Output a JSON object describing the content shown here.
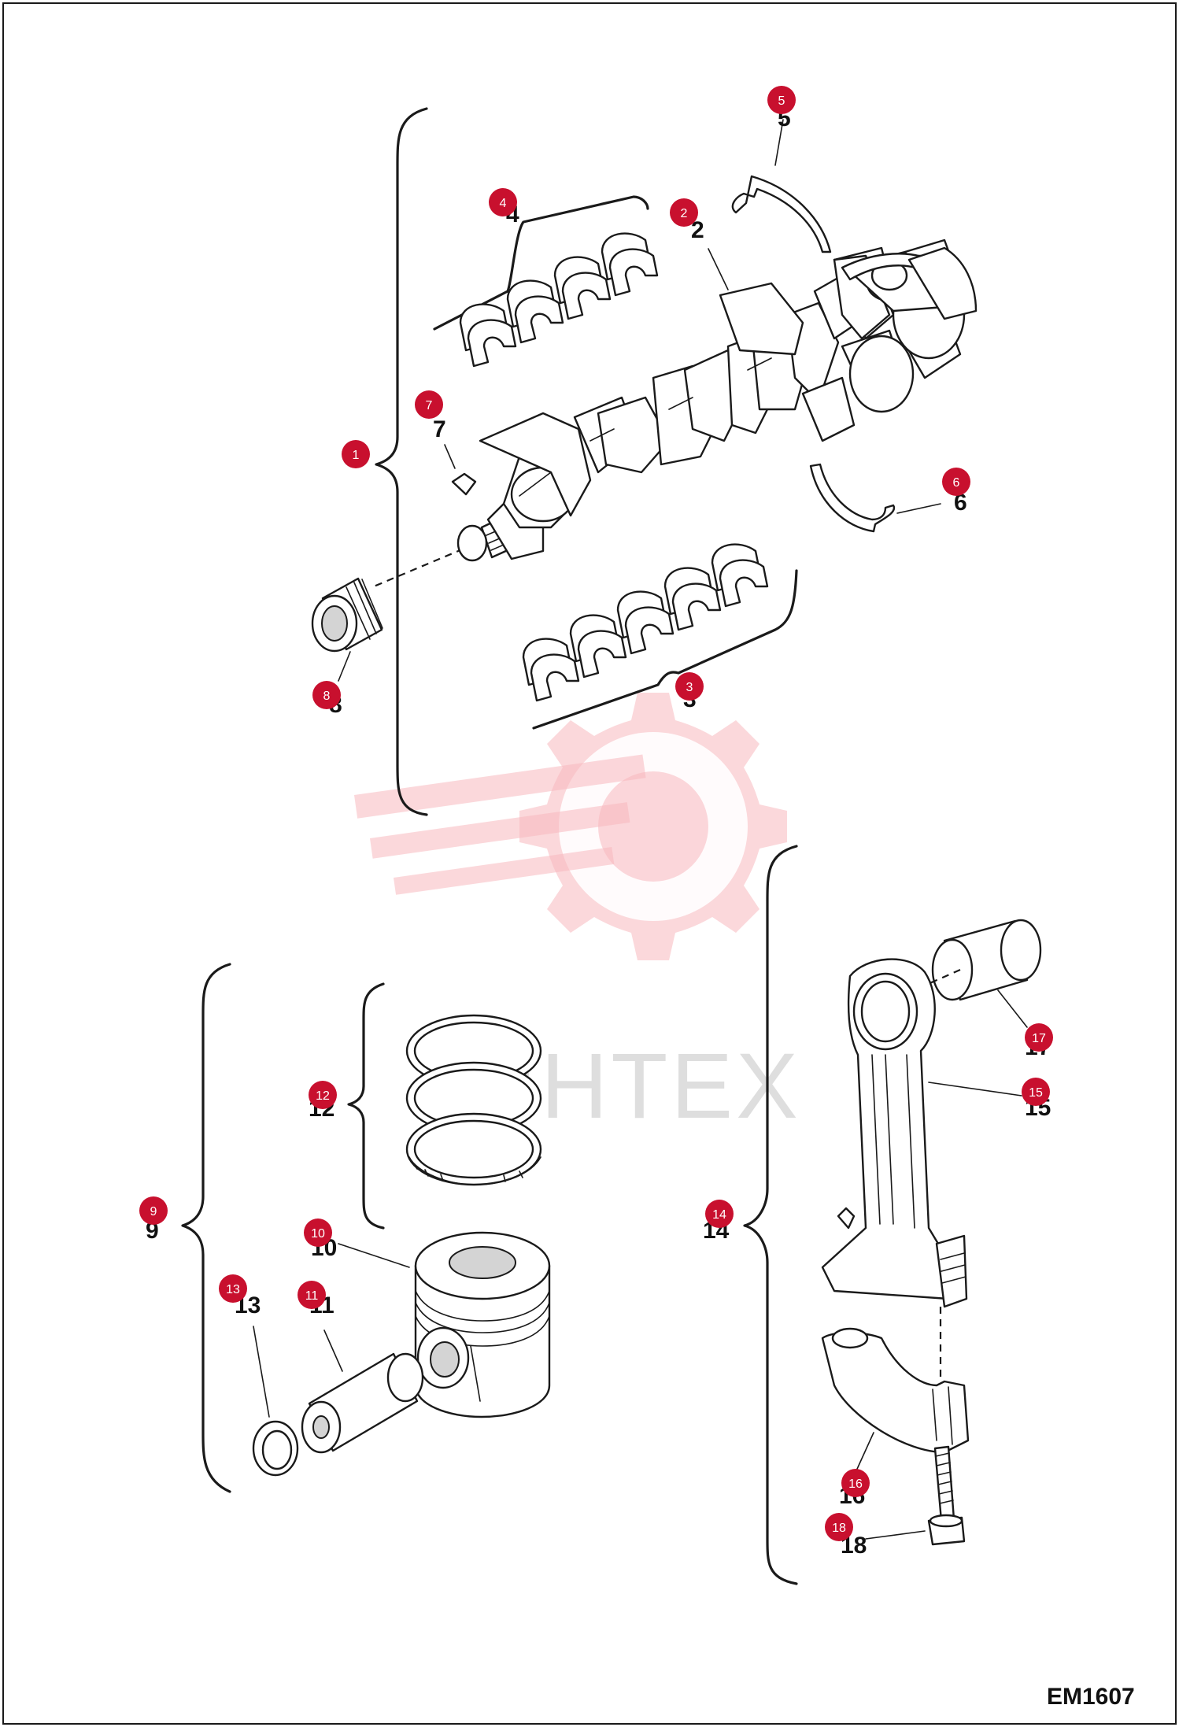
{
  "diagram": {
    "drawing_code": "EM1607",
    "watermark_text": "MIHTEX",
    "accent_color": "#c8102e",
    "callouts": [
      "1",
      "2",
      "3",
      "4",
      "5",
      "6",
      "7",
      "8",
      "9",
      "10",
      "11",
      "12",
      "13",
      "14",
      "15",
      "16",
      "17",
      "18"
    ]
  }
}
